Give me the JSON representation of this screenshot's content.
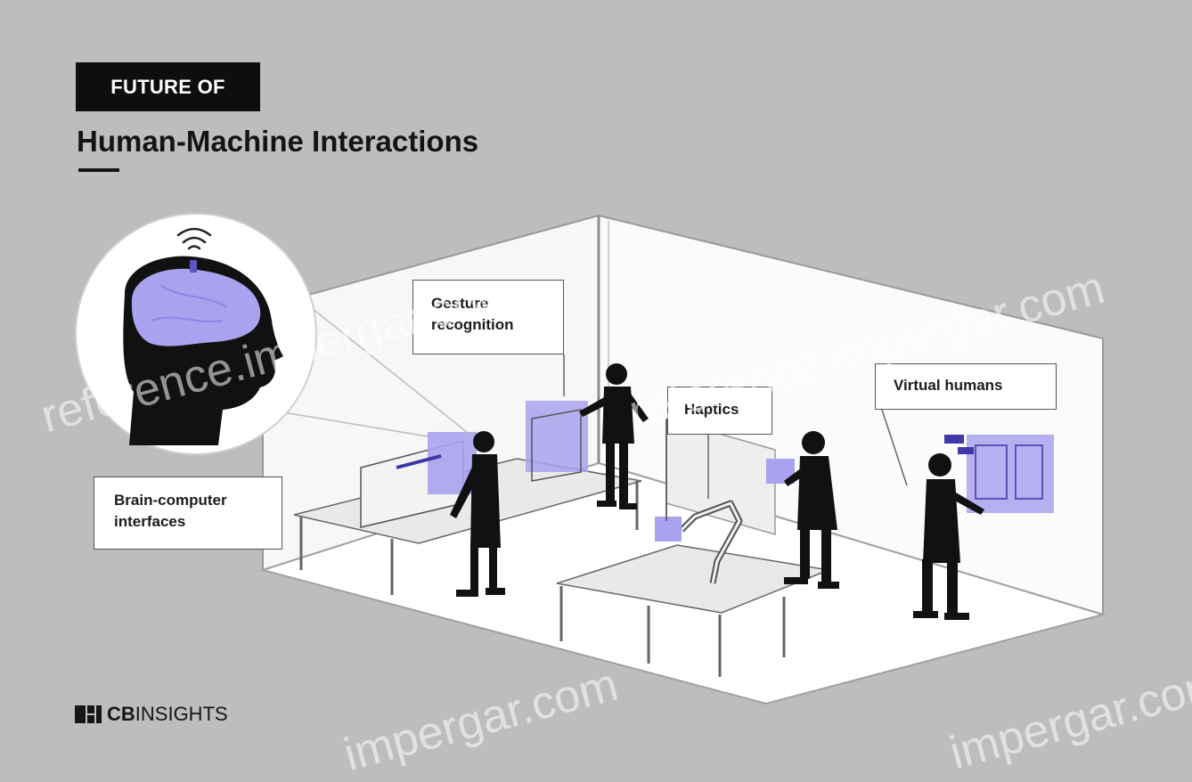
{
  "header": {
    "tag": "FUTURE OF",
    "title": "Human-Machine Interactions"
  },
  "labels": {
    "gesture": [
      "Gesture",
      "recognition"
    ],
    "haptics": "Haptics",
    "virtual": "Virtual humans",
    "brain": [
      "Brain-computer",
      "interfaces"
    ]
  },
  "logo": {
    "bold": "CB",
    "rest": "INSIGHTS"
  },
  "watermarks": [
    "reference.impergar.com",
    "reference.impergar.com",
    "impergar.com",
    "impergar.com"
  ],
  "colors": {
    "background": "#bdbdbd",
    "accent_purple": "#9f97f0",
    "ink": "#111111",
    "floor": "#ffffff"
  }
}
